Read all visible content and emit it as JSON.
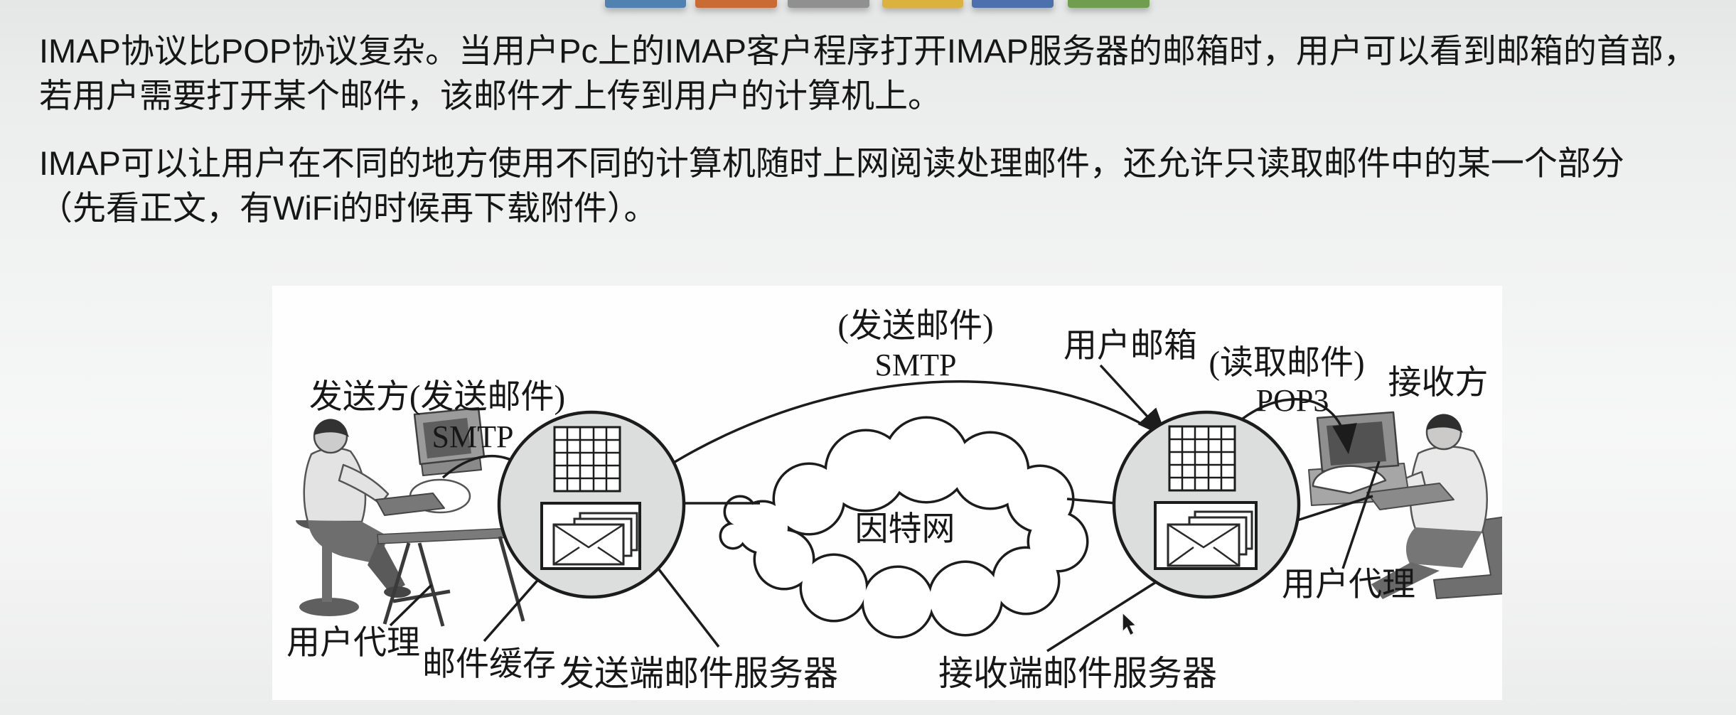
{
  "top_squares": [
    {
      "name": "square-blue",
      "color": "#4f81b1"
    },
    {
      "name": "square-orange",
      "color": "#c96b33"
    },
    {
      "name": "square-gray",
      "color": "#909090"
    },
    {
      "name": "square-yellow",
      "color": "#dcb23f"
    },
    {
      "name": "square-darkblue",
      "color": "#4c70ad"
    },
    {
      "name": "square-green",
      "color": "#6f9e4f"
    }
  ],
  "content": {
    "paragraph1_line1": "IMAP协议比POP协议复杂。当用户Pc上的IMAP客户程序打开IMAP服务器的邮箱时，用户可以看到邮箱的首部，",
    "paragraph1_line2": "若用户需要打开某个邮件，该邮件才上传到用户的计算机上。",
    "paragraph2_line1": "IMAP可以让用户在不同的地方使用不同的计算机随时上网阅读处理邮件，还允许只读取邮件中的某一个部分",
    "paragraph2_line2": "（先看正文，有WiFi的时候再下载附件）。"
  },
  "diagram": {
    "labels": {
      "sender": "发送方(发送邮件)",
      "sender_protocol": "SMTP",
      "send_mail_caption": "(发送邮件)",
      "send_mail_protocol": "SMTP",
      "user_mailbox": "用户邮箱",
      "read_mail_caption": "(读取邮件)",
      "read_mail_protocol": "POP3",
      "receiver": "接收方",
      "internet": "因特网",
      "user_agent_left": "用户代理",
      "mail_cache": "邮件缓存",
      "sending_server": "发送端邮件服务器",
      "receiving_server": "接收端邮件服务器",
      "user_agent_right": "用户代理"
    },
    "colors": {
      "server_circle_fill": "#dcdddd",
      "line": "#1c1c1c",
      "cloud_fill": "#ffffff"
    }
  }
}
